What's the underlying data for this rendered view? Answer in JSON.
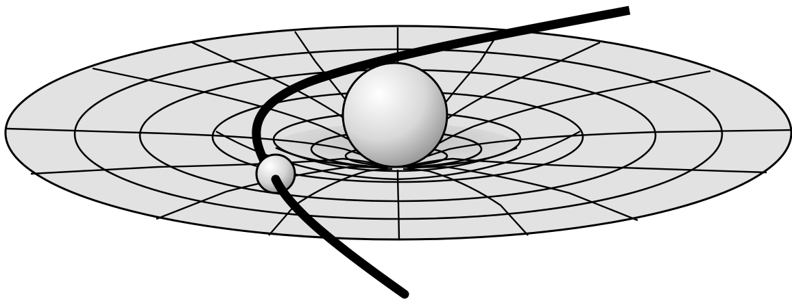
{
  "diagram": {
    "title": "",
    "colors": {
      "background": "#ffffff",
      "sheet_fill": "#e2e2e2",
      "grid_line": "#000000",
      "trajectory": "#000000",
      "sphere_highlight": "#ffffff",
      "sphere_shadow": "#8a8a8a"
    },
    "grid": {
      "rings": 6,
      "radial_lines": 16
    },
    "objects": [
      {
        "name": "large-mass",
        "label": ""
      },
      {
        "name": "small-body",
        "label": ""
      }
    ]
  }
}
